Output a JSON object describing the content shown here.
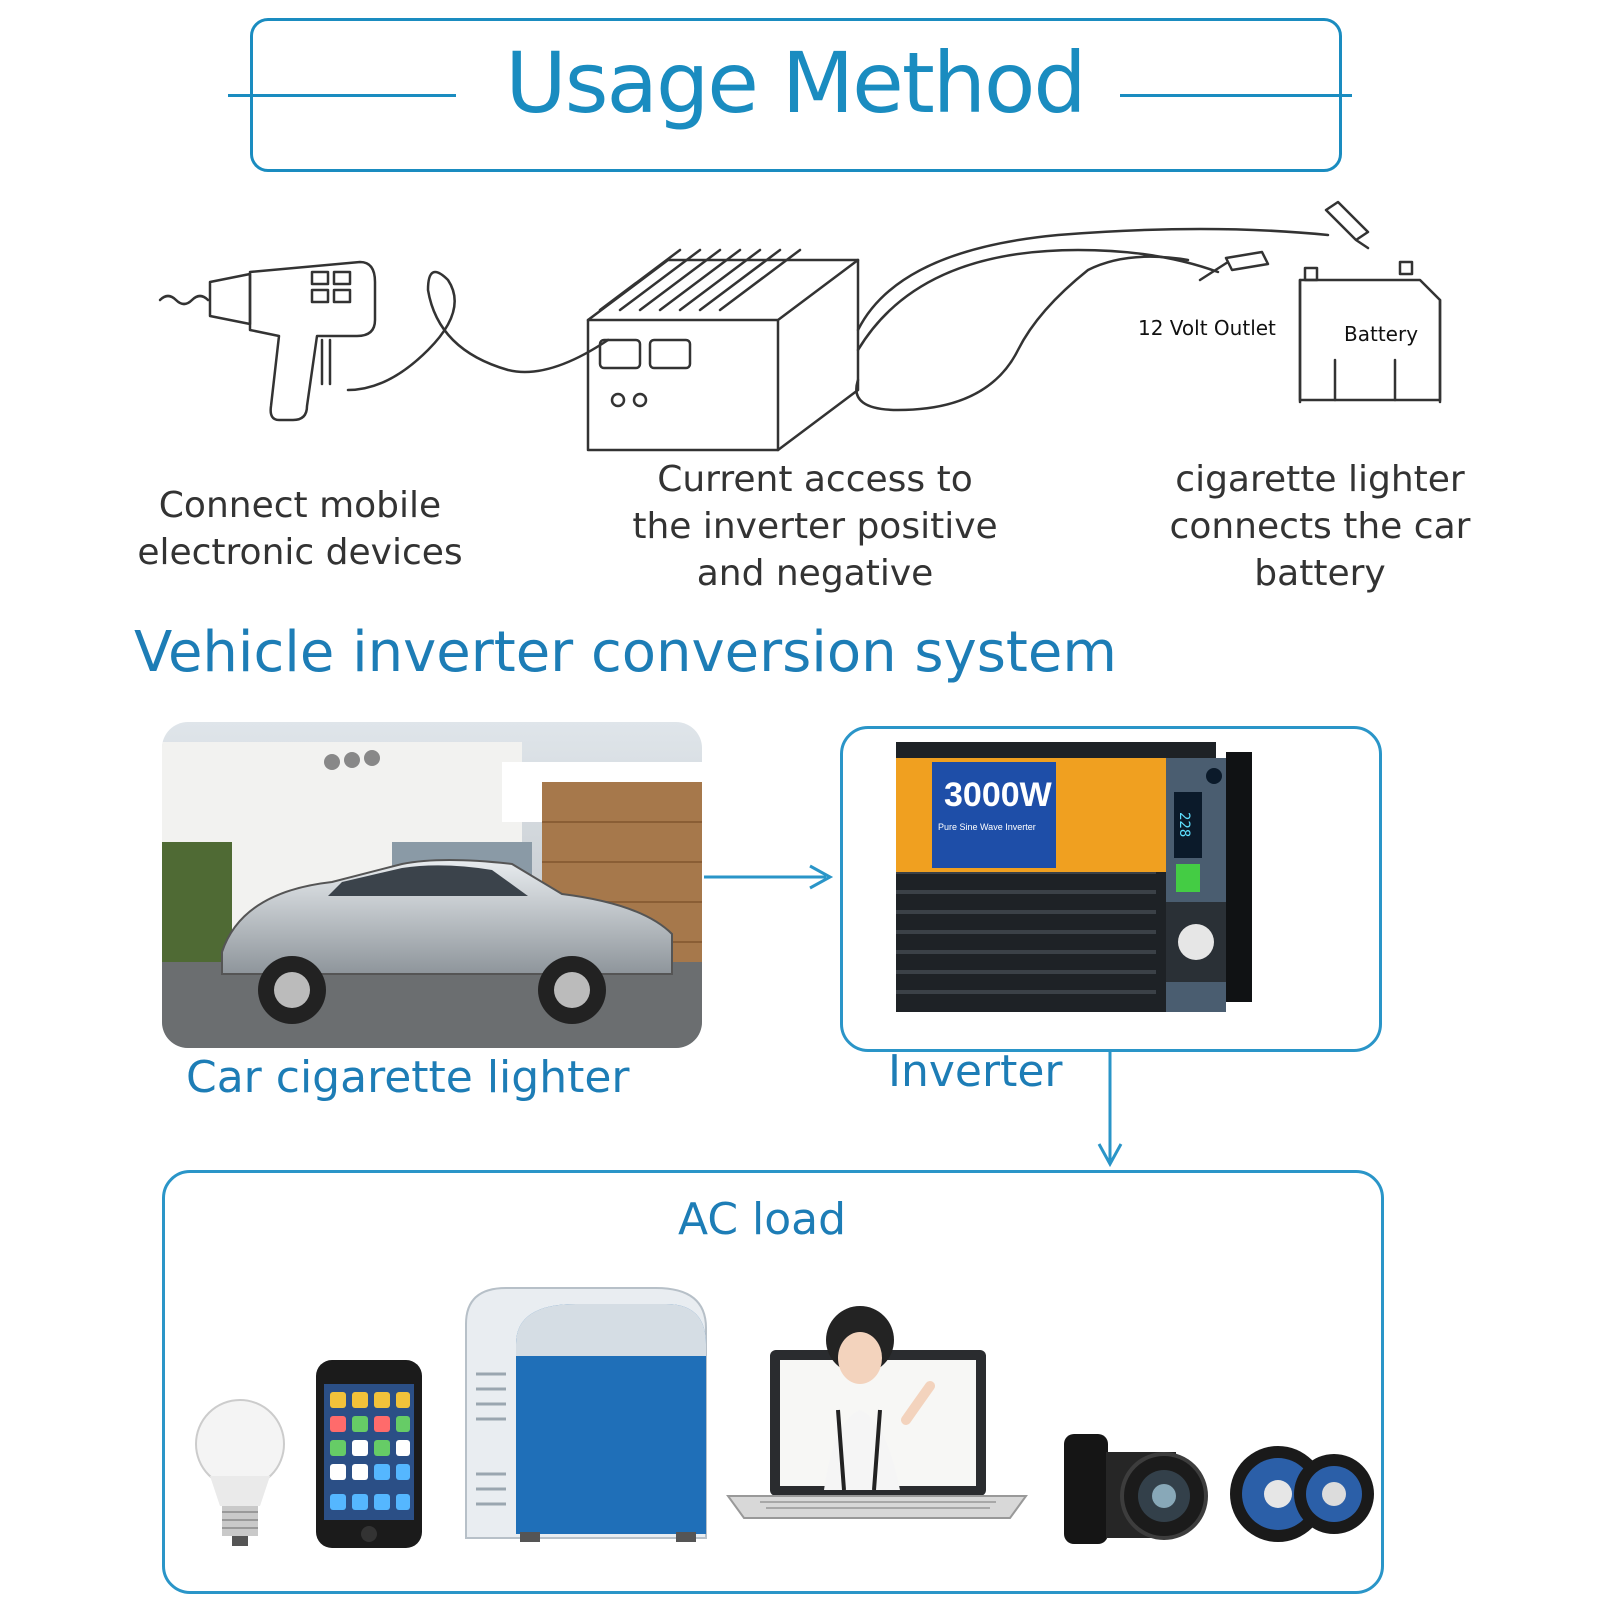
{
  "header": {
    "title": "Usage Method"
  },
  "usage": {
    "steps": [
      {
        "lines": [
          "Connect mobile",
          "electronic devices"
        ]
      },
      {
        "lines": [
          "Current access to",
          "the inverter positive",
          "and negative"
        ]
      },
      {
        "lines": [
          "cigarette lighter",
          "connects the car",
          "battery"
        ]
      }
    ],
    "sketch_labels": {
      "outlet": "12 Volt Outlet",
      "battery": "Battery"
    }
  },
  "system": {
    "heading": "Vehicle inverter conversion system",
    "car_label": "Car cigarette lighter",
    "inverter_label": "Inverter",
    "inverter_power": "3000W",
    "inverter_subtitle": "Pure Sine Wave Inverter",
    "inverter_display": "228",
    "ac_load_label": "AC load"
  },
  "colors": {
    "accent": "#1a8cc0",
    "inverter_orange": "#f0a020",
    "inverter_blue": "#1e4ea8",
    "cooler_blue": "#1f6fb8"
  },
  "icons": [
    "drill-icon",
    "inverter-sketch-icon",
    "battery-icon",
    "car-photo",
    "inverter-photo",
    "light-bulb-icon",
    "phone-icon",
    "car-fridge-icon",
    "laptop-icon",
    "camera-icon",
    "speaker-icon"
  ]
}
